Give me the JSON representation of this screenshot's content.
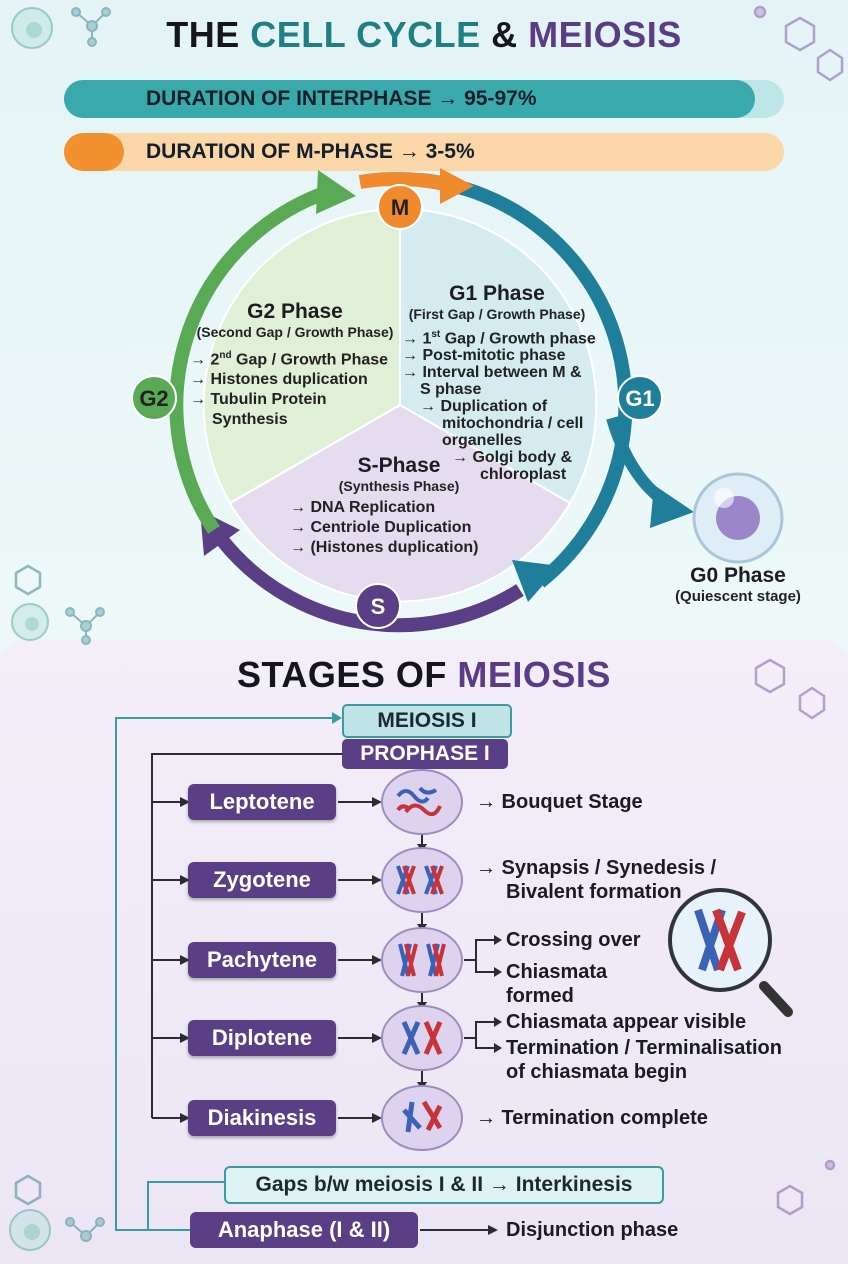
{
  "header": {
    "title_part1": "THE ",
    "title_part2": "CELL CYCLE",
    "title_part3": " & ",
    "title_part4": "MEIOSIS"
  },
  "duration_bars": {
    "interphase_label": "DURATION OF INTERPHASE → 95-97%",
    "interphase_percent": 96,
    "mphase_label": "DURATION OF M-PHASE → 3-5%",
    "mphase_percent": 4
  },
  "colors": {
    "teal": "#2f9ea2",
    "orange": "#f08a2c",
    "green": "#5aaa55",
    "blue": "#1f7f9a",
    "purple": "#5a3e86",
    "lavender": "#e7dcf0",
    "light_green": "#e1f1d7",
    "light_blue": "#d6ecf1"
  },
  "cycle": {
    "m_label": "M",
    "g1_label": "G1",
    "g2_label": "G2",
    "s_label": "S",
    "g1": {
      "title": "G1 Phase",
      "subtitle": "(First Gap / Growth Phase)",
      "item1_pre": "→ 1",
      "item1_sup": "st",
      "item1_post": " Gap / Growth phase",
      "item2": "→ Post-mitotic phase",
      "item3": "→ Interval between M &",
      "item3b": "S phase",
      "item4": "→ Duplication of",
      "item4b": "mitochondria / cell",
      "item4c": "organelles",
      "item5": "→ Golgi body &",
      "item5b": "chloroplast"
    },
    "g2": {
      "title": "G2 Phase",
      "subtitle": "(Second Gap / Growth Phase)",
      "item1_pre": "→ 2",
      "item1_sup": "nd",
      "item1_post": " Gap / Growth Phase",
      "item2": "→ Histones duplication",
      "item3": "→ Tubulin Protein",
      "item3b": "Synthesis"
    },
    "s": {
      "title": "S-Phase",
      "subtitle": "(Synthesis Phase)",
      "item1": "→ DNA Replication",
      "item2": "→ Centriole Duplication",
      "item3": "→ (Histones duplication)"
    },
    "g0": {
      "title": "G0 Phase",
      "subtitle": "(Quiescent stage)"
    }
  },
  "meiosis": {
    "title_part1": "STAGES OF ",
    "title_part2": "MEIOSIS",
    "meiosis1": "MEIOSIS I",
    "prophase1": "PROPHASE I",
    "stages": [
      {
        "name": "Leptotene",
        "note1": "→ Bouquet Stage"
      },
      {
        "name": "Zygotene",
        "note1": "→ Synapsis / Synedesis /",
        "note2": "Bivalent formation"
      },
      {
        "name": "Pachytene",
        "note1": "Crossing over",
        "note2": "Chiasmata",
        "note3": "formed"
      },
      {
        "name": "Diplotene",
        "note1": "Chiasmata appear visible",
        "note2": "Termination / Terminalisation",
        "note3": "of chiasmata begin"
      },
      {
        "name": "Diakinesis",
        "note1": "→ Termination complete"
      }
    ],
    "gap_label": "Gaps b/w meiosis I & II → Interkinesis",
    "anaphase": "Anaphase (I & II)",
    "anaphase_note": "Disjunction phase"
  }
}
